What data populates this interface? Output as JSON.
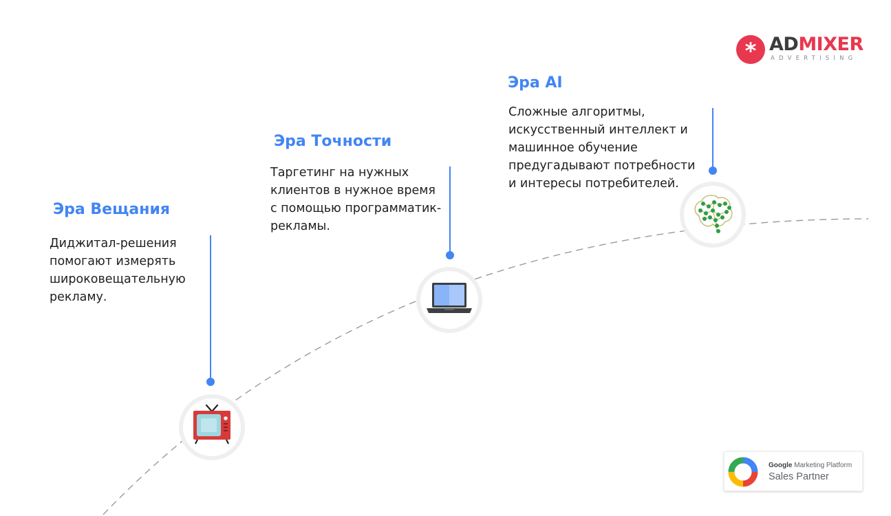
{
  "logo": {
    "brand_part1": "AD",
    "brand_part2": "MIXER",
    "tagline": "ADVERTISING",
    "accent_color": "#e8384f"
  },
  "eras": [
    {
      "title": "Эра Вещания",
      "description": "Диджитал-решения помогают измерять широковещательную рекламу.",
      "icon": "tv-icon"
    },
    {
      "title": "Эра Точности",
      "description": "Таргетинг на нужных клиентов в нужное время с помощью программатик-рекламы.",
      "icon": "laptop-icon"
    },
    {
      "title": "Эра AI",
      "description": "Сложные алгоритмы, искусственный интеллект и машинное обучение предугадывают потребности и интересы потребителей.",
      "icon": "brain-circuit-icon"
    }
  ],
  "badge": {
    "brand": "Google",
    "product": "Marketing Platform",
    "subtitle": "Sales Partner",
    "icon": "google-marketing-platform-icon"
  },
  "colors": {
    "accent": "#4285f4",
    "text": "#202124",
    "tv": "#d83a3a",
    "circuit": "#2e9e44"
  }
}
